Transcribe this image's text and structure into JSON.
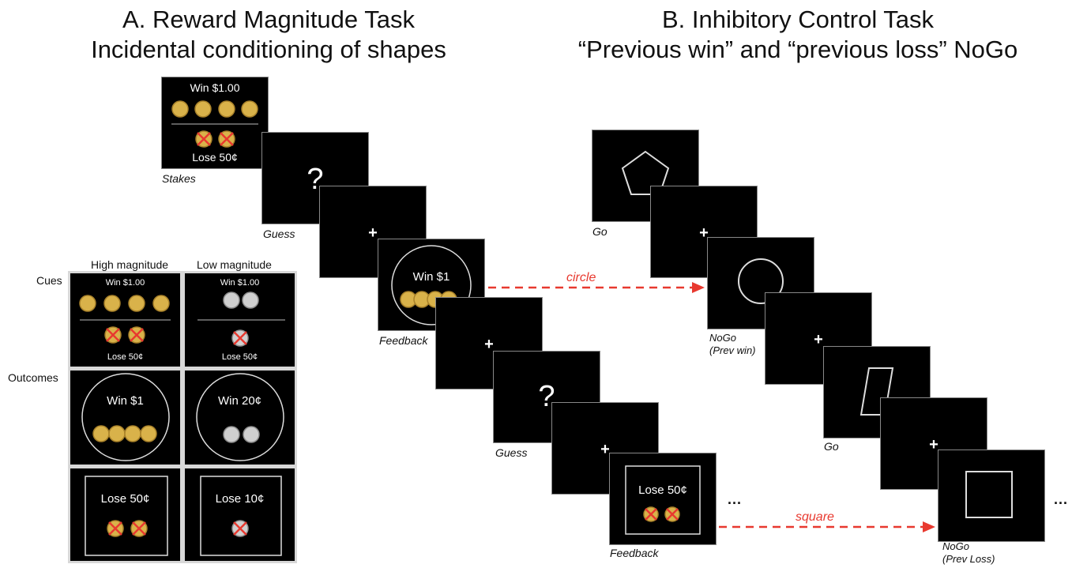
{
  "panel_a": {
    "title_line1": "A. Reward Magnitude Task",
    "title_line2": "Incidental conditioning of shapes",
    "stakes": {
      "win": "Win $1.00",
      "lose": "Lose 50¢",
      "caption": "Stakes"
    },
    "guess": {
      "symbol": "?",
      "caption": "Guess"
    },
    "fixation": "+",
    "feedback_win": {
      "text": "Win $1",
      "caption": "Feedback"
    },
    "guess2": {
      "symbol": "?",
      "caption": "Guess"
    },
    "feedback_loss": {
      "text": "Lose 50¢",
      "caption": "Feedback"
    },
    "ellipsis": "...",
    "legend": {
      "col_high": "High magnitude",
      "col_low": "Low magnitude",
      "row_cues": "Cues",
      "row_outcomes": "Outcomes",
      "high_cue_win": "Win $1.00",
      "high_cue_lose": "Lose 50¢",
      "low_cue_win": "Win $1.00",
      "low_cue_lose": "Lose 50¢",
      "high_win": "Win $1",
      "low_win": "Win 20¢",
      "high_lose": "Lose 50¢",
      "low_lose": "Lose 10¢"
    }
  },
  "panel_b": {
    "title_line1": "B. Inhibitory Control Task",
    "title_line2": "“Previous win” and “previous loss” NoGo",
    "go1_caption": "Go",
    "nogo_win_caption_1": "NoGo",
    "nogo_win_caption_2": "(Prev win)",
    "go2_caption": "Go",
    "nogo_loss_caption_1": "NoGo",
    "nogo_loss_caption_2": "(Prev Loss)",
    "fixation": "+",
    "ellipsis": "..."
  },
  "arrows": {
    "circle_label": "circle",
    "square_label": "square",
    "color": "#e8392f"
  },
  "colors": {
    "screen": "#000000",
    "coin_gold": "#d9b24a",
    "coin_silver": "#c9c9c9",
    "cross": "#e8392f"
  }
}
